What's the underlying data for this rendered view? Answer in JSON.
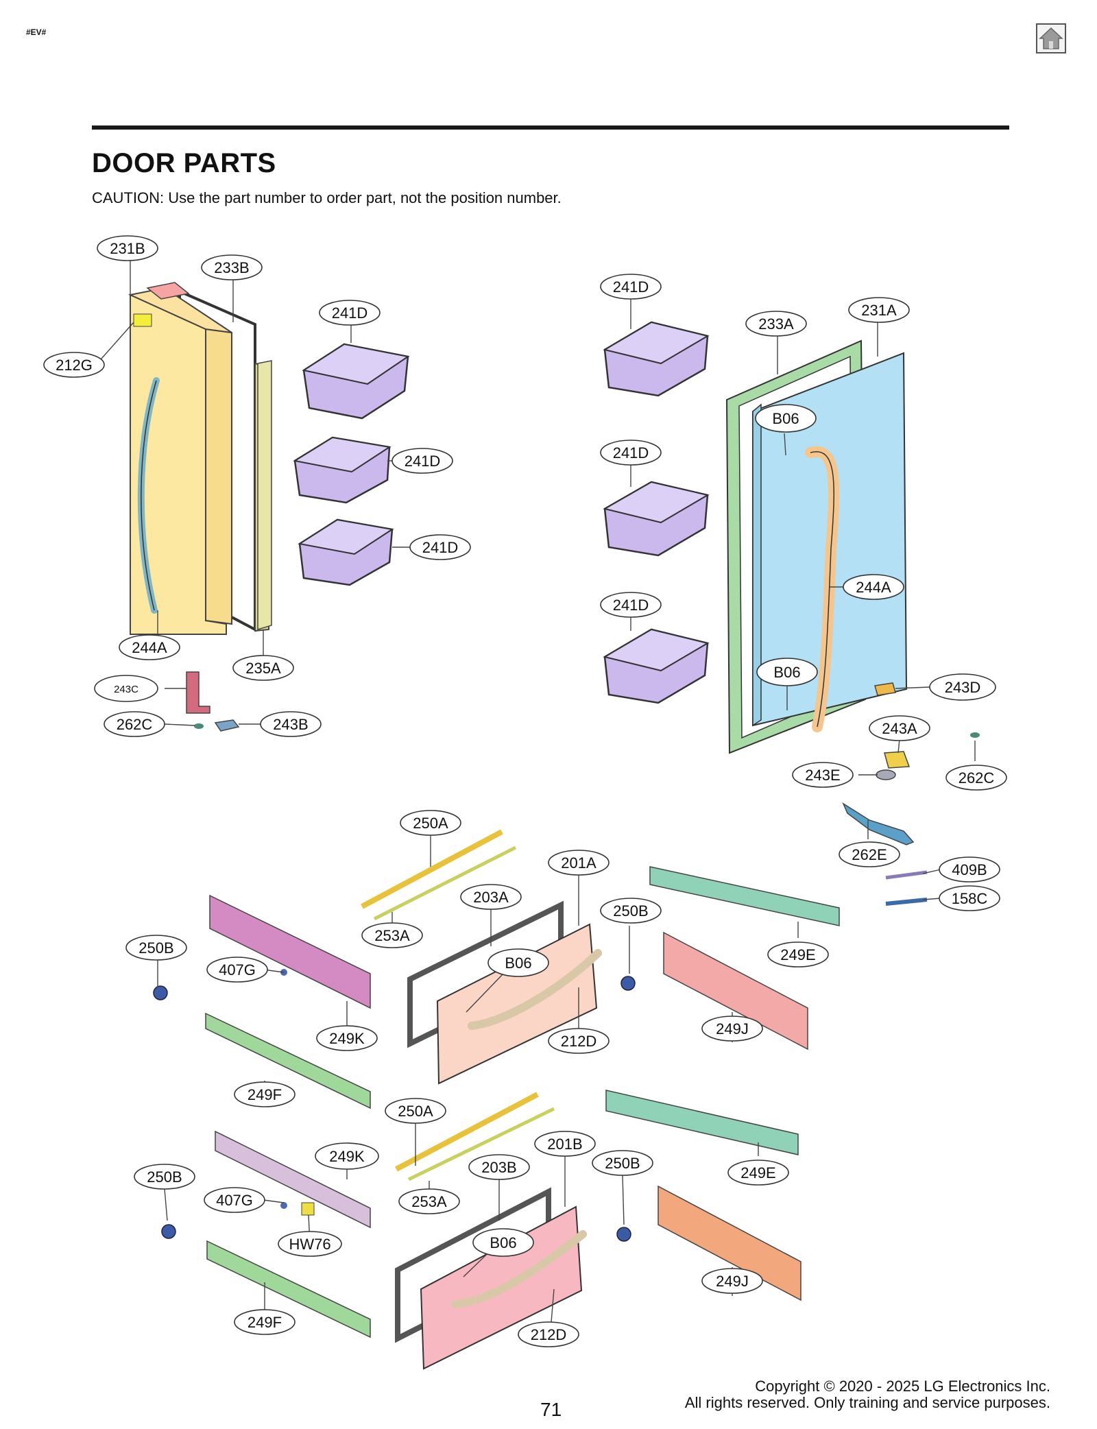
{
  "header_tag": "#EV#",
  "home_icon": "home-icon",
  "title": "DOOR PARTS",
  "caution": "CAUTION: Use the part number to order part, not the position number.",
  "callouts": [
    "231B",
    "233B",
    "212G",
    "241D",
    "241D",
    "241D",
    "244A",
    "235A",
    "243C",
    "262C",
    "243B",
    "241D",
    "233A",
    "231A",
    "B06",
    "241D",
    "244A",
    "241D",
    "B06",
    "243D",
    "243A",
    "243E",
    "262C",
    "262E",
    "409B",
    "158C",
    "250A",
    "201A",
    "203A",
    "253A",
    "250B",
    "250B",
    "407G",
    "B06",
    "249E",
    "249K",
    "249J",
    "212D",
    "249F",
    "250A",
    "201B",
    "249E",
    "249K",
    "203B",
    "250B",
    "250B",
    "407G",
    "253A",
    "HW76",
    "B06",
    "249J",
    "249F",
    "212D"
  ],
  "page_number": "71",
  "copyright_line1": "Copyright © 2020 - 2025 LG Electronics Inc.",
  "copyright_line2": "All rights reserved. Only training and service purposes.",
  "colors": {
    "left_door": "#fde8a2",
    "right_door": "#b3e0f4",
    "bins": "#cbb9ee",
    "gasket_green": "#a9dba7",
    "drawer_top": "#fbd6c6",
    "drawer_bottom": "#f8b8c2",
    "rail_green": "#9fd89a",
    "rail_teal": "#8fd2b8",
    "rail_magenta": "#d48ac2",
    "rail_pink": "#f4a9a9",
    "rail_orange": "#f3a77c",
    "strip_yellow": "#e8c23a",
    "gear_blue": "#3b5aa8"
  }
}
